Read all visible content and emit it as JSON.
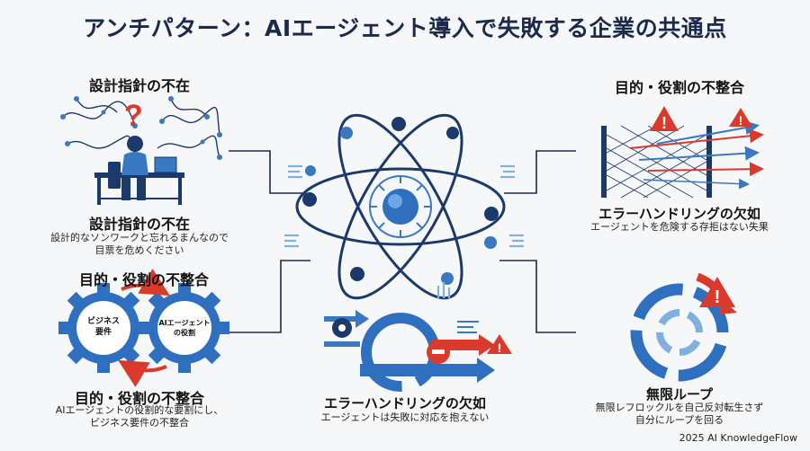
{
  "title": "アンチパターン：AIエージェント導入で失敗する企業の共通点",
  "top_left": {
    "heading": "設計指針の不在",
    "label": "設計指針の不在",
    "desc_line1": "設計的なソンワークと忘れるまんなので",
    "desc_line2": "目票を危めください"
  },
  "mid_left": {
    "heading": "目的・役割の不整合",
    "gear_left": "ビジネス\n要件",
    "gear_right": "AIエージェント\nの役割",
    "label": "目的・役割の不整合",
    "desc_line1": "AIエージェントの役割的な要割にし、",
    "desc_line2": "ビジネス要件の不整合"
  },
  "top_right": {
    "heading": "目的・役割の不整合",
    "label": "エラーハンドリングの欠如",
    "desc": "エージェントを危険する存拒はない失果"
  },
  "bottom_center": {
    "label": "エラーハンドリングの欠如",
    "desc": "エージェントは失敗に対応を抱えない"
  },
  "bottom_right": {
    "label": "無限ループ",
    "desc_line1": "無限レフロックルを自己反対転生さず",
    "desc_line2": "自分にループを回る"
  },
  "footer": "2025 AI KnowledgeFlow",
  "colors": {
    "navy": "#1b3a6b",
    "blue": "#3a78c2",
    "light_blue": "#7fb0e0",
    "red": "#d93a2b",
    "dark": "#1b2a4a"
  }
}
